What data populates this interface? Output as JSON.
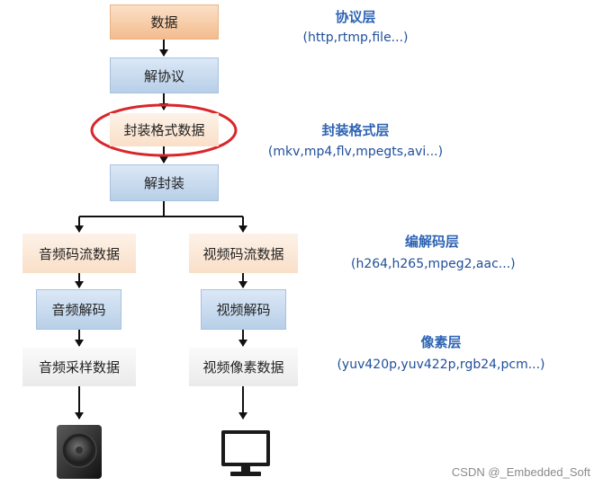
{
  "flow": {
    "data": "数据",
    "deprotocol": "解协议",
    "container_data": "封装格式数据",
    "demux": "解封装",
    "audio_stream": "音频码流数据",
    "video_stream": "视频码流数据",
    "audio_decode": "音频解码",
    "video_decode": "视频解码",
    "audio_samples": "音频采样数据",
    "video_pixels": "视频像素数据"
  },
  "layers": [
    {
      "title": "协议层",
      "subtitle": "(http,rtmp,file...)"
    },
    {
      "title": "封装格式层",
      "subtitle": "(mkv,mp4,flv,mpegts,avi...)"
    },
    {
      "title": "编解码层",
      "subtitle": "(h264,h265,mpeg2,aac...)"
    },
    {
      "title": "像素层",
      "subtitle": "(yuv420p,yuv422p,rgb24,pcm...)"
    }
  ],
  "icons": {
    "audio_output": "speaker-icon",
    "video_output": "monitor-icon"
  },
  "colors": {
    "highlight_ellipse": "#d9262b",
    "layer_text": "#2e64b4"
  },
  "watermark": "CSDN @_Embedded_Soft"
}
